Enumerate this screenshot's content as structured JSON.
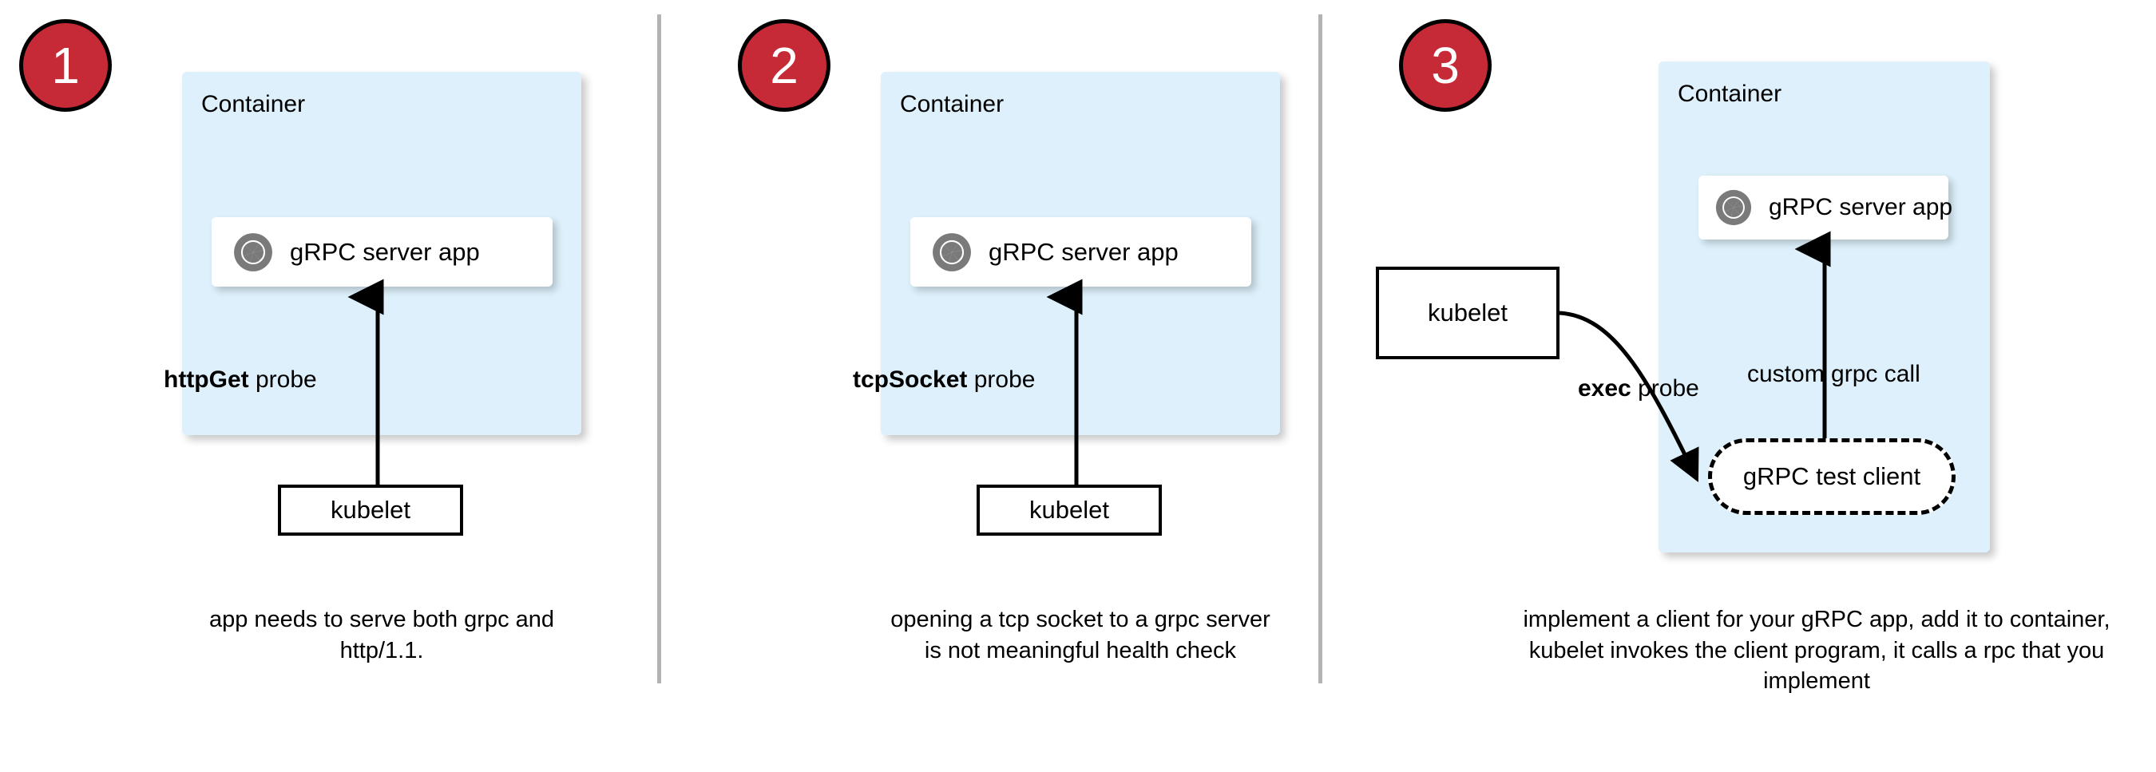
{
  "diagram": {
    "title": "Kubernetes gRPC health probe approaches",
    "colors": {
      "badge_fill": "#c62a37",
      "badge_border": "#000000",
      "badge_text": "#ffffff",
      "container_fill": "#ddf0fb",
      "card_fill": "#ffffff",
      "stroke": "#000000",
      "divider": "#b3b3b3",
      "icon_gray": "#7a7a7a"
    }
  },
  "panels": [
    {
      "badge": "1",
      "container_label": "Container",
      "app_label": "gRPC server app",
      "app_icon": "grpc-shutter-icon",
      "probe_label_strong": "httpGet",
      "probe_label_rest": " probe",
      "kubelet_label": "kubelet",
      "caption": "app needs to serve both grpc and http/1.1."
    },
    {
      "badge": "2",
      "container_label": "Container",
      "app_label": "gRPC server app",
      "app_icon": "grpc-shutter-icon",
      "probe_label_strong": "tcpSocket",
      "probe_label_rest": " probe",
      "kubelet_label": "kubelet",
      "caption": "opening a tcp socket to a grpc server is not meaningful health check"
    },
    {
      "badge": "3",
      "container_label": "Container",
      "app_label": "gRPC server app",
      "app_icon": "grpc-shutter-icon",
      "probe_label_strong": "exec",
      "probe_label_rest": " probe",
      "kubelet_label": "kubelet",
      "test_client_label": "gRPC test client",
      "call_label": "custom grpc call",
      "caption": "implement a client for your gRPC app, add it to container, kubelet invokes the client program, it calls a rpc that you implement"
    }
  ]
}
